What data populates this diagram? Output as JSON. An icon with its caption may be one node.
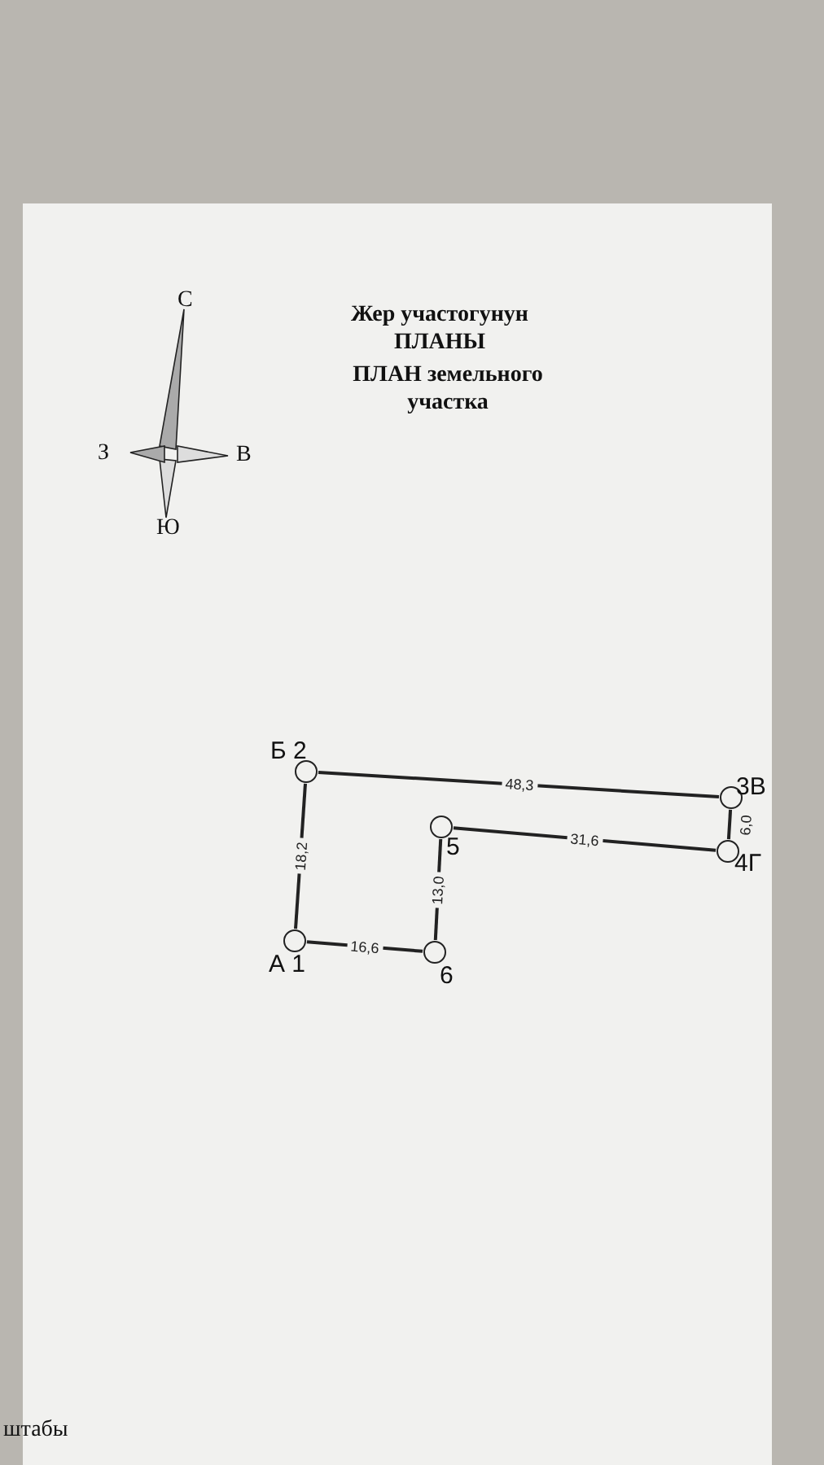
{
  "diagram": {
    "nodes": [
      {
        "text": [],
        "shape": "circle",
        "beside": [
          "Б 2"
        ]
      },
      {
        "text": [],
        "shape": "circle",
        "beside": [
          "3В"
        ]
      },
      {
        "text": [],
        "shape": "circle",
        "beside": [
          "4Г"
        ]
      },
      {
        "text": [],
        "shape": "circle",
        "beside": [
          "5"
        ]
      },
      {
        "text": [],
        "shape": "circle",
        "beside": [
          "6"
        ]
      },
      {
        "text": [],
        "shape": "circle",
        "beside": [
          "А 1"
        ]
      }
    ],
    "edges": [
      {
        "from": 0,
        "to": 1,
        "arrow": "none",
        "label": "48,3"
      },
      {
        "from": 1,
        "to": 2,
        "arrow": "none",
        "label": "6,0"
      },
      {
        "from": 2,
        "to": 3,
        "arrow": "none",
        "label": "31,6"
      },
      {
        "from": 3,
        "to": 4,
        "arrow": "none",
        "label": "13,0"
      },
      {
        "from": 4,
        "to": 5,
        "arrow": "none",
        "label": "16,6"
      },
      {
        "from": 5,
        "to": 0,
        "arrow": "none",
        "label": "18,2"
      }
    ],
    "labels": [
      "С",
      "Жер участогунун ПЛАНЫ",
      "ПЛАН земельного участка",
      "З",
      "В",
      "Ю",
      "штабы"
    ]
  }
}
